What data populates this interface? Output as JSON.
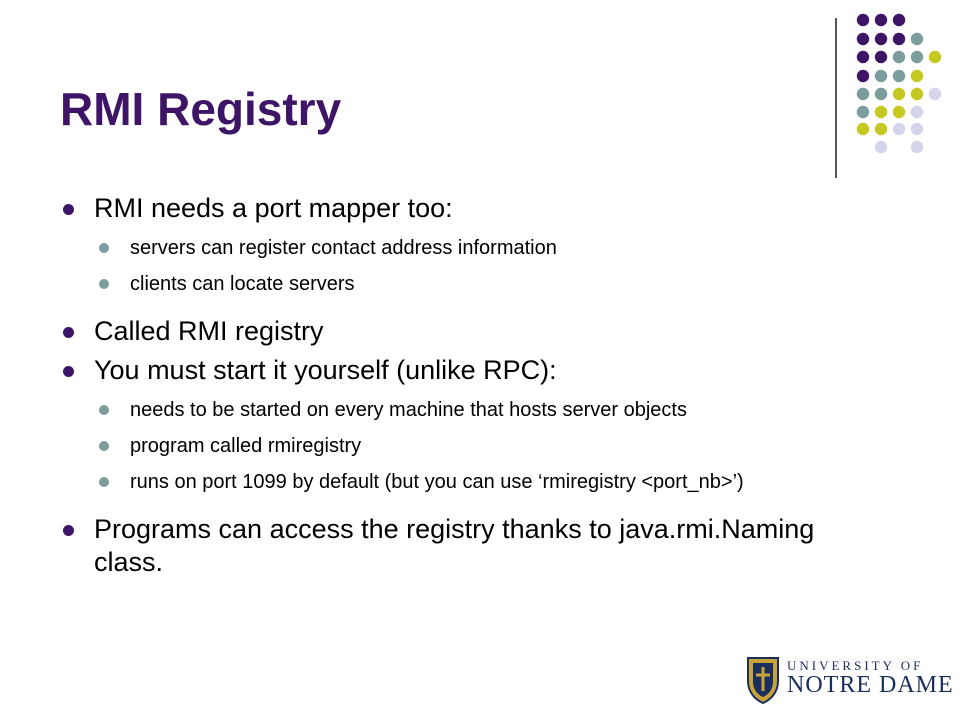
{
  "slide": {
    "title": "RMI Registry",
    "items": [
      {
        "level": 1,
        "text": "RMI needs a port mapper too:"
      },
      {
        "level": 2,
        "text": "servers can register contact address information"
      },
      {
        "level": 2,
        "text": "clients can locate servers"
      },
      {
        "level": 1,
        "text": "Called RMI registry"
      },
      {
        "level": 1,
        "text": "You must start it yourself (unlike RPC):"
      },
      {
        "level": 2,
        "text": "needs to be started on every machine that hosts server objects"
      },
      {
        "level": 2,
        "text": "program called rmiregistry"
      },
      {
        "level": 2,
        "text": "runs on port 1099 by default (but you can use ‘rmiregistry <port_nb>’)"
      },
      {
        "level": 1,
        "text": "Programs can access the registry thanks to java.rmi.Naming class."
      }
    ]
  },
  "logo": {
    "line1": "UNIVERSITY OF",
    "line2": "NOTRE DAME"
  },
  "colors": {
    "title": "#3d1466",
    "bullet_level1": "#3d1466",
    "bullet_level2": "#7c9d9d",
    "dot_purple": "#3d1466",
    "dot_teal": "#7c9d9d",
    "dot_yellow": "#c5c820",
    "dot_lavender": "#d4d4ea",
    "logo_navy": "#1a2f5e",
    "logo_gold": "#c9a23a"
  }
}
